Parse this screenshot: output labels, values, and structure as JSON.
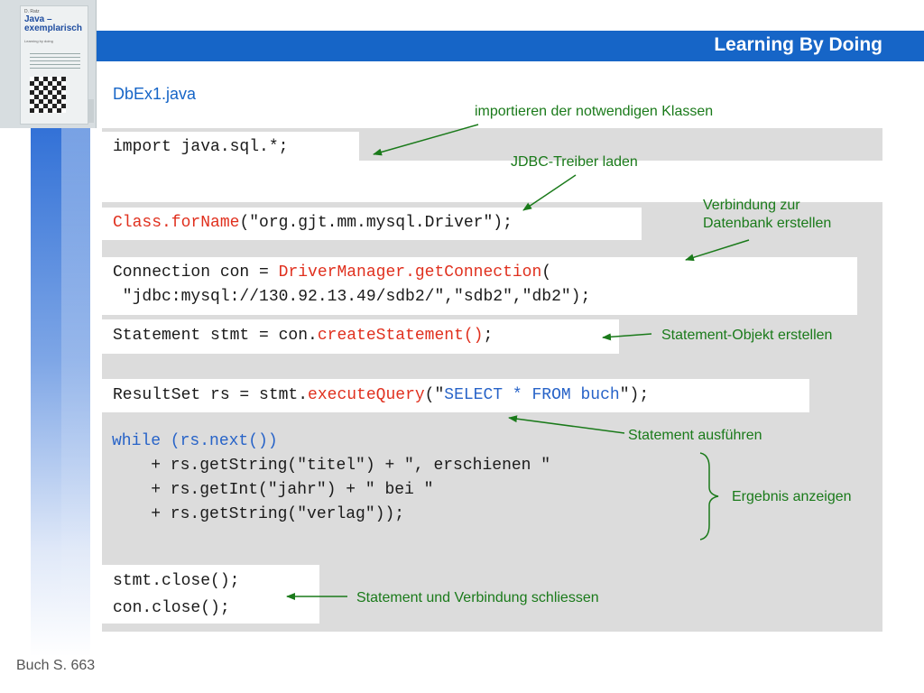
{
  "header": {
    "title": "Learning By Doing"
  },
  "book": {
    "author": "D. Ratz",
    "title": "Java – exemplarisch",
    "subtitle": "Learning by doing"
  },
  "file_name": "DbEx1.java",
  "code": {
    "import": "import java.sql.*;",
    "class_method": "Class.forName",
    "class_args": "(\"org.gjt.mm.mysql.Driver\");",
    "conn_prefix": "Connection con = ",
    "conn_method": "DriverManager.getConnection",
    "conn_paren": "(",
    "conn_line2": " \"jdbc:mysql://130.92.13.49/sdb2/\",\"sdb2\",\"db2\");",
    "stmt_prefix": "Statement stmt = con.",
    "stmt_method": "createStatement()",
    "stmt_suffix": ";",
    "rs_prefix": "ResultSet rs = stmt.",
    "rs_method": "executeQuery",
    "rs_open": "(\"",
    "rs_sql": "SELECT * FROM buch",
    "rs_close": "\");",
    "while_line": "while (rs.next())",
    "while_body_1": "    + rs.getString(\"titel\") + \", erschienen \"",
    "while_body_2": "    + rs.getInt(\"jahr\") + \" bei \"",
    "while_body_3": "    + rs.getString(\"verlag\"));",
    "close_1": "stmt.close();",
    "close_2": "con.close();"
  },
  "notes": {
    "import": "importieren der notwendigen Klassen",
    "jdbc": "JDBC-Treiber laden",
    "conn_1": "Verbindung zur",
    "conn_2": "Datenbank erstellen",
    "stmt": "Statement-Objekt erstellen",
    "exec": "Statement ausführen",
    "result": "Ergebnis anzeigen",
    "close": "Statement und Verbindung schliessen"
  },
  "footer": "Buch S. 663",
  "colors": {
    "header": "#1665c7",
    "annotation": "#1a7a1a",
    "keyword_red": "#e0301e",
    "keyword_blue": "#2763c8",
    "panel": "#dcdcdc"
  }
}
